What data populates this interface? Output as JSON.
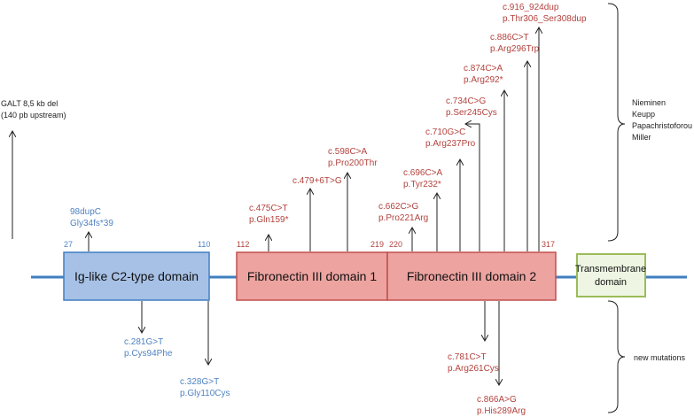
{
  "colors": {
    "backbone": "#3f7fc1",
    "ig_fill": "#a7c1e6",
    "ig_stroke": "#3f7fc1",
    "fn_fill": "#eda3a0",
    "fn_stroke": "#c0504d",
    "tm_fill": "#eef6e3",
    "tm_stroke": "#9bbb59",
    "red_text": "#b3423d",
    "blue_text": "#4f83c2"
  },
  "domains": {
    "ig": "Ig-like C2-type domain",
    "fn1": "Fibronectin III domain 1",
    "fn2": "Fibronectin III domain 2",
    "tm_line1": "Transmembrane",
    "tm_line2": "domain"
  },
  "positions": {
    "p27": "27",
    "p110": "110",
    "p112": "112",
    "p219": "219",
    "p220": "220",
    "p317": "317"
  },
  "galt": {
    "line1": "GALT 8,5 kb del",
    "line2": "(140 pb upstream)"
  },
  "mutations_above": {
    "m98": {
      "c": "98dupC",
      "p": "Gly34fs*39"
    },
    "m475": {
      "c": "c.475C>T",
      "p": "p.Gln159*"
    },
    "m479": {
      "c": "c.479+6T>G"
    },
    "m598": {
      "c": "c.598C>A",
      "p": "p.Pro200Thr"
    },
    "m662": {
      "c": "c.662C>G",
      "p": "p.Pro221Arg"
    },
    "m696": {
      "c": "c.696C>A",
      "p": "p.Tyr232*"
    },
    "m710": {
      "c": "c.710G>C",
      "p": "p.Arg237Pro"
    },
    "m734": {
      "c": "c.734C>G",
      "p": "p.Ser245Cys"
    },
    "m874": {
      "c": "c.874C>A",
      "p": "p.Arg292*"
    },
    "m886": {
      "c": "c.886C>T",
      "p": "p.Arg296Trp"
    },
    "m916": {
      "c": "c.916_924dup",
      "p": "p.Thr306_Ser308dup"
    }
  },
  "mutations_below": {
    "m281": {
      "c": "c.281G>T",
      "p": "p.Cys94Phe"
    },
    "m328": {
      "c": "c.328G>T",
      "p": "p.Gly110Cys"
    },
    "m781": {
      "c": "c.781C>T",
      "p": "p.Arg261Cys"
    },
    "m866": {
      "c": "c.866A>G",
      "p": "p.His289Arg"
    }
  },
  "references": [
    "Nieminen",
    "Keupp",
    "Papachristoforou",
    "Miller"
  ],
  "new_mutations_label": "new mutations"
}
